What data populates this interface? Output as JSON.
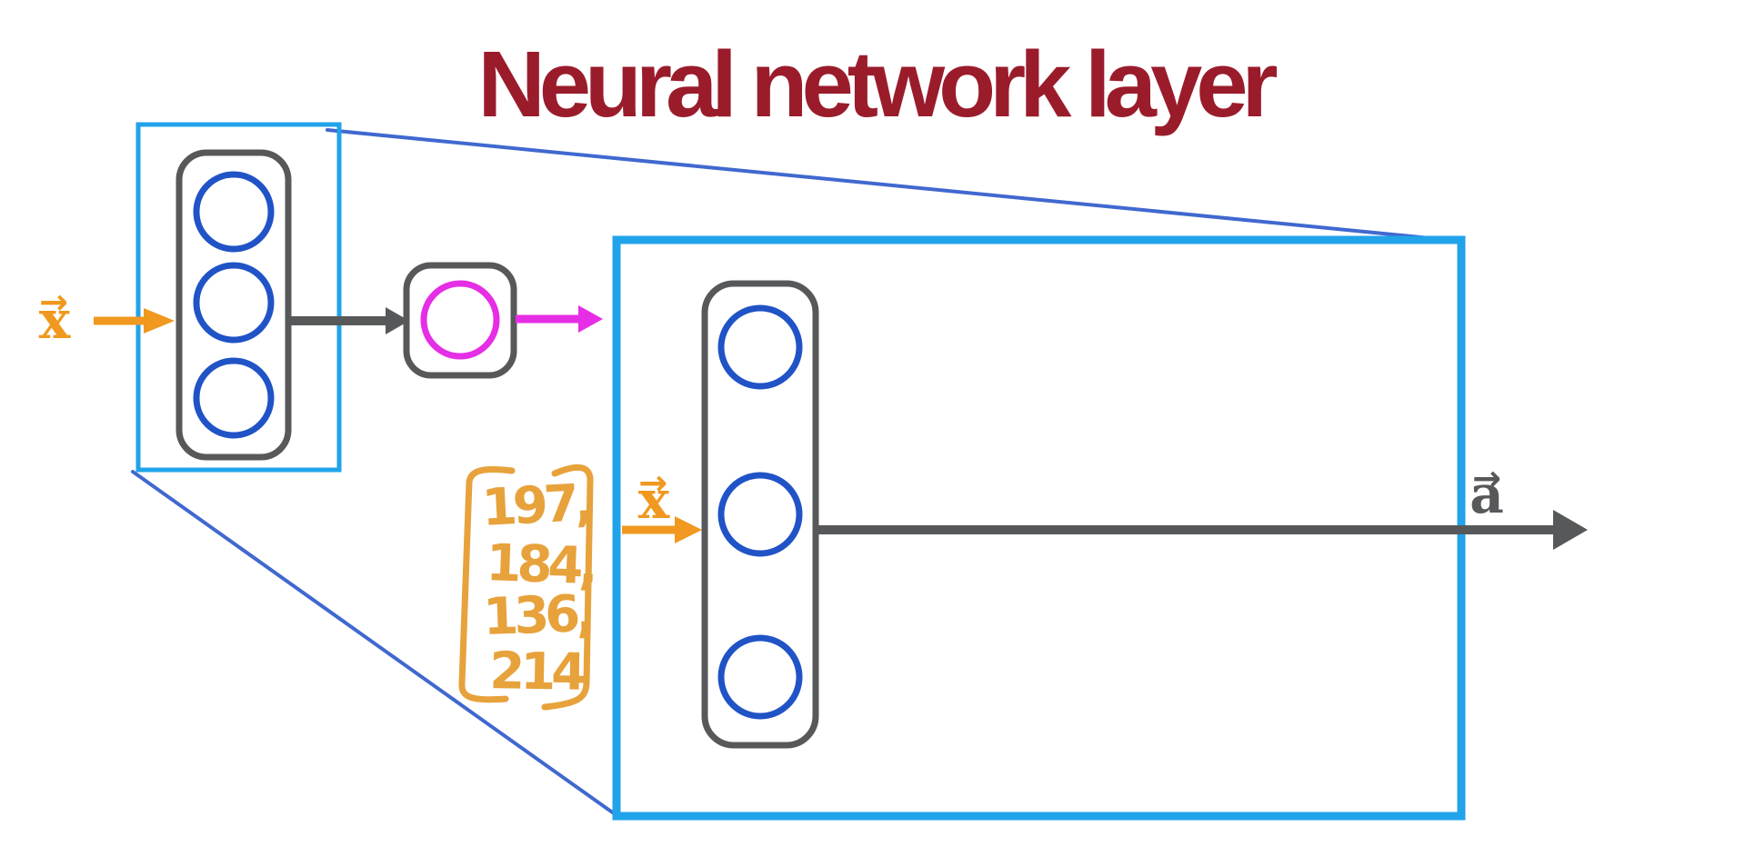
{
  "title": "Neural network layer",
  "vectors": {
    "input_label": "x",
    "output_label": "a",
    "arrow_glyph": "→"
  },
  "matrix": {
    "values": [
      "197,",
      "184,",
      "136,",
      "214"
    ]
  },
  "colors": {
    "title": "#9a1c2b",
    "box_blue": "#21a3ea",
    "zoom_line_blue": "#4068cf",
    "neuron_blue": "#2053c6",
    "gray": "#57585a",
    "orange": "#f0981f",
    "orange_hand": "#e7a23b",
    "magenta": "#e52ee5",
    "background": "#ffffff"
  }
}
